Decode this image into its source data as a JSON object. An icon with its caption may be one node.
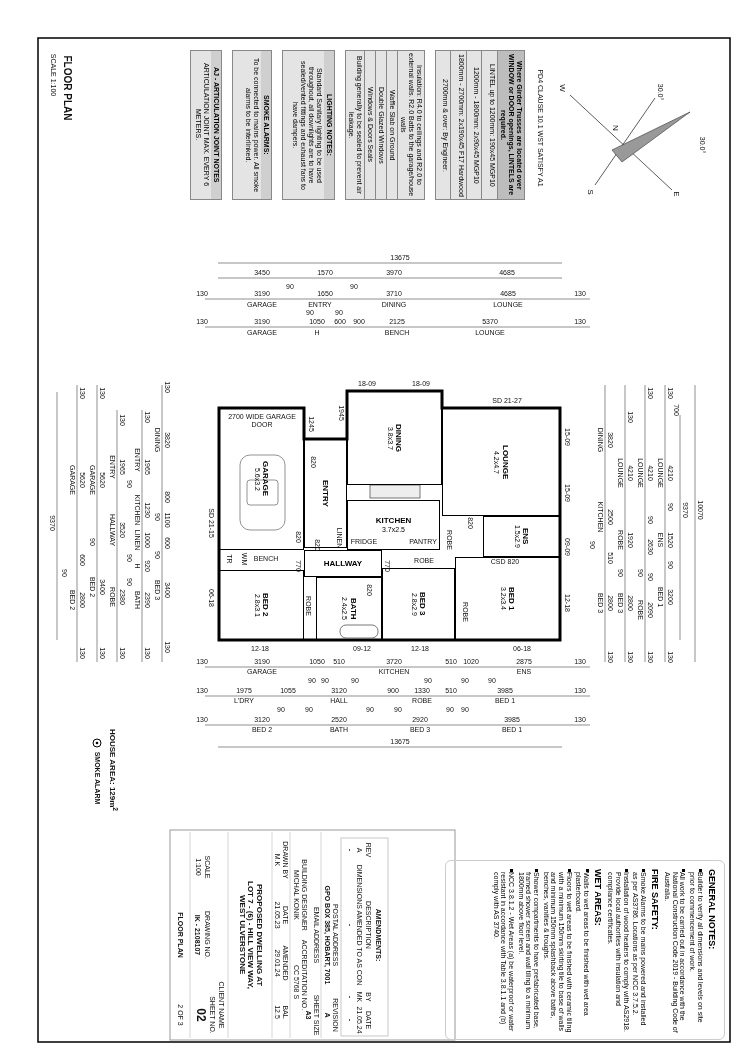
{
  "diagram": {
    "title": "FLOOR PLAN",
    "nodes": [
      {
        "text": [
          "AJ - ARTICULATION JOINT NOTES",
          "ARTICULATION JOINT MAX. EVERY 6 METERS."
        ]
      },
      {
        "text": [
          "SMOKE ALARMS:",
          "To be connected to mains power. All smoke alarms to be interlinked."
        ]
      },
      {
        "text": [
          "LIGHTING NOTES:",
          "Standard Sanitary lighting to be used throughout, all downlights are to have sealed/vented fittings and exhaust fans to have dampers."
        ]
      },
      {
        "text": [
          "Insulation: R4.0 to ceilings and R2.0 to external walls. R2.0 Batts to the garage/house walls",
          "Waffle Slab on Ground",
          "Double Glazed Windows",
          "Windows & Doors Seals",
          "Building generally to be sealed to prevent air leakage."
        ]
      },
      {
        "text": [
          "Where Girder Trusses are located over WINDOW or DOOR openings, LINTELS are required.",
          "LINTEL up to 1200mm: 190x45 MGP10",
          "1200mm - 1800mm: 2x90x45 MGP10",
          "1800mm - 2700mm: 2x190x45 F17 Hardwood",
          "2700mm & over: By Engineer."
        ]
      },
      {
        "text": [
          "GENERAL NOTES:",
          "Builder to verify all dimensions and levels on site prior to commencement of work.",
          "All work to be carried out in accordance with the National Construction Code 2019 - Building Code of Australia.",
          "FIRE SAFETY:",
          "Smoke Alarms to be mains powered and installed as per AS3786. Locations as per NCC 3.7.5.2.",
          "Installation of wood heaters to comply with AS2918. Provide local authorities with insulation and compliance certificates.",
          "WET AREAS:",
          "Walls to wet areas to be finished with wet area plasterboard.",
          "Floors to wet areas to be finished with ceramic tiling with a minimum 150mm skirting tile to base of walls and minimum 150mm splashback above baths, benches, vanities & troughs.",
          "Shower compartments to have prefabricated base, framed shower screen and wall tiling to a minimum 1800mm above floor level.",
          "NCC 3.8.1.2 - Wet Areas (a) be waterproof or water resistant in accordance with Table 3.8.1.1 and (b) comply with AS 3740."
        ]
      },
      {
        "text": [
          "GARAGE",
          "5.6x3.2"
        ]
      },
      {
        "text": [
          "ENTRY"
        ]
      },
      {
        "text": [
          "DINING",
          "3.8x3.7"
        ]
      },
      {
        "text": [
          "LOUNGE",
          "4.2x4.7"
        ]
      },
      {
        "text": [
          "KITCHEN",
          "3.7x2.5"
        ]
      },
      {
        "text": [
          "HALLWAY"
        ]
      },
      {
        "text": [
          "BED 2",
          "2.8x3.1"
        ]
      },
      {
        "text": [
          "BATH",
          "2.4x2.5"
        ]
      },
      {
        "text": [
          "BED 3",
          "2.8x2.9"
        ]
      },
      {
        "text": [
          "BED 1",
          "3.2x3.4"
        ]
      },
      {
        "text": [
          "ENS",
          "1.5x2.9"
        ]
      }
    ],
    "labels": [
      "PD4 CLAUSE 10.1 WST SATISFY A1",
      "W",
      "N",
      "S",
      "E",
      "30.0°",
      "30.0°",
      "SCALE 1:100",
      "2700 WIDE GARAGE DOOR",
      "1245",
      "1945",
      "18-09",
      "18-09",
      "SD 21-27",
      "15-09",
      "15-09",
      "09-09",
      "12-18",
      "SD 21-15",
      "06-18",
      "12-18",
      "09-12",
      "12-18",
      "06-18",
      "820",
      "820",
      "820",
      "LINEN",
      "FRIDGE",
      "PANTRY",
      "ROBE",
      "820",
      "TR",
      "WM",
      "BENCH",
      "770",
      "770",
      "ROBE",
      "CSD 820",
      "820",
      "ROBE",
      "ROBE",
      "13675",
      "3450",
      "1570",
      "3970",
      "4685",
      "130",
      "3190",
      "GARAGE",
      "90",
      "1650",
      "ENTRY",
      "90",
      "3710",
      "DINING",
      "4685",
      "LOUNGE",
      "130",
      "90",
      "90",
      "130",
      "3190",
      "GARAGE",
      "1050",
      "H",
      "600",
      "900",
      "2125",
      "BENCH",
      "5370",
      "LOUNGE",
      "130",
      "130",
      "3190",
      "GARAGE",
      "1050",
      "510",
      "3720",
      "KITCHEN",
      "510",
      "1020",
      "2875",
      "ENS",
      "130",
      "90",
      "90",
      "90",
      "90",
      "90",
      "90",
      "130",
      "1975",
      "L'DRY",
      "1055",
      "3120",
      "HALL",
      "900",
      "1330",
      "ROBE",
      "510",
      "3985",
      "BED 1",
      "130",
      "90",
      "90",
      "90",
      "90",
      "90",
      "90",
      "130",
      "3120",
      "BED 2",
      "2520",
      "BATH",
      "2920",
      "BED 3",
      "3985",
      "BED 1",
      "130",
      "13675",
      "DINING",
      "3820",
      "KITCHEN",
      "2500",
      "90",
      "510",
      "BED 3",
      "2800",
      "130",
      "130",
      "LOUNGE",
      "4210",
      "ROBE",
      "1920",
      "90",
      "BED 3",
      "2800",
      "130",
      "130",
      "LOUNGE",
      "4210",
      "90",
      "2630",
      "90",
      "90",
      "ROBE",
      "2090",
      "130",
      "130",
      "700",
      "LOUNGE",
      "4210",
      "90",
      "ENS",
      "1520",
      "90",
      "BED 1",
      "3200",
      "130",
      "9370",
      "10070",
      "9370",
      "130",
      "GARAGE",
      "5620",
      "600",
      "90",
      "BED 2",
      "2800",
      "130",
      "130",
      "GARAGE",
      "5620",
      "90",
      "BED 2",
      "3400",
      "130",
      "130",
      "ENTRY",
      "1965",
      "HALLWAY",
      "3520",
      "ROBE",
      "2380",
      "130",
      "130",
      "ENTRY",
      "1965",
      "90",
      "KITCHEN",
      "1230",
      "LINEN",
      "1000",
      "90",
      "H",
      "920",
      "90",
      "BATH",
      "2390",
      "130",
      "130",
      "DINING",
      "3820",
      "800",
      "90",
      "1100",
      "600",
      "90",
      "BED 3",
      "3400",
      "130",
      "HOUSE AREA: 129m$^{2}$",
      "AMENDMENTS:",
      "REV",
      "DESCRIPTION",
      "BY",
      "DATE",
      "A",
      "DIMENSIONS AMENDED TO AS CON",
      "MK",
      "21.05.24",
      "-",
      "-",
      "-",
      "-",
      "GPO BOX 385, HOBART, 7001",
      "POSTAL ADDRESS",
      "A",
      "REVISION",
      "A3",
      "EMAIL ADDRESS",
      "SHEET SIZE",
      "MICHAL KONIK",
      "BUILDING DESIGNER",
      "CC 5768 S",
      "ACCREDITATION NO.",
      "M.K",
      "DRAWN BY",
      "21.05.23",
      "DATE",
      "29.01.24",
      "AMENDED",
      "12.5",
      "BAL",
      "PROPOSED DWELLING AT LOT 7 - (6) - HILL VIEW WAY, WEST ULVERSTONE",
      "CLIENT NAME",
      "1:100",
      "SCALE",
      "FLOOR PLAN",
      "IK - 2108107",
      "DRAWING NO.",
      "2 OF 3",
      "02",
      "SHEET NO."
    ],
    "legend": [
      {
        "text": "SMOKE ALARM"
      }
    ]
  }
}
